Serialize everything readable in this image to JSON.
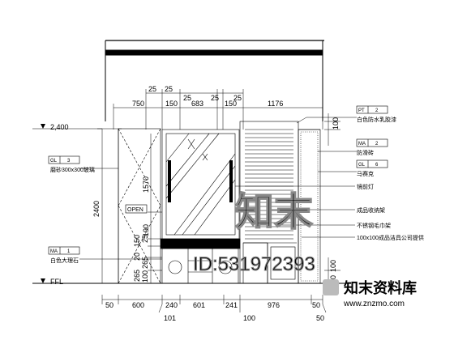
{
  "levels": {
    "upper": "2,400",
    "floor": "FFL"
  },
  "top_dims": [
    "25",
    "25",
    "25",
    "25",
    "25",
    "750",
    "150",
    "683",
    "150",
    "1176"
  ],
  "bottom_dims": [
    "50",
    "600",
    "240",
    "601",
    "241",
    "976",
    "50"
  ],
  "bottom_sub_dims": [
    "101",
    "100",
    "50"
  ],
  "left_dims": [
    "2400",
    "1570",
    "190",
    "150",
    "25",
    "20",
    "265",
    "265",
    "100"
  ],
  "right_dims": [
    "100",
    "100",
    "50"
  ],
  "door_label": "OPEN",
  "left_tags": [
    {
      "code": "GL",
      "num": "3",
      "text": "磨砂300x300玻璃"
    },
    {
      "code": "MA",
      "num": "1",
      "text": "白色大理石"
    }
  ],
  "right_tags": [
    {
      "code": "PT",
      "num": "2",
      "text": "白色防水乳胶漆"
    },
    {
      "code": "MA",
      "num": "2",
      "text": "防滑砖"
    },
    {
      "code": "GL",
      "num": "6",
      "text": "马赛克"
    }
  ],
  "right_notes": [
    "镜前灯",
    "成品收纳架",
    "不锈钢毛巾架",
    "100x100成品洁具公司提供"
  ],
  "watermark": {
    "logo_text": "知末",
    "id_text": "ID:531972393",
    "brand": "知末资料库",
    "url": "www.znzmo.com"
  }
}
